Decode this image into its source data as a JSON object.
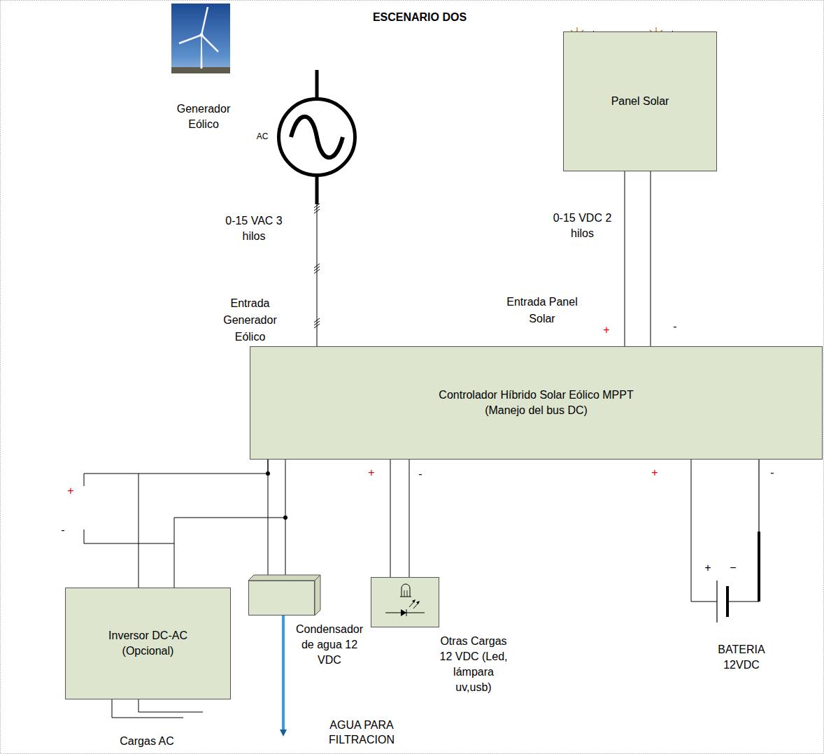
{
  "diagram": {
    "title": "ESCENARIO DOS",
    "nodes": [
      {
        "text": [
          "Generador Eólico",
          "AC"
        ]
      },
      {
        "text": [
          "Panel Solar"
        ]
      },
      {
        "text": [
          "Controlador Híbrido Solar Eólico MPPT",
          "(Manejo del bus DC)"
        ]
      },
      {
        "text": [
          "Inversor DC-AC (Opcional)"
        ]
      },
      {
        "text": [
          "Condensador de agua 12 VDC"
        ]
      },
      {
        "text": [
          "Otras Cargas 12 VDC (Led, lámpara uv,usb)"
        ]
      },
      {
        "text": [
          "BATERIA 12VDC"
        ]
      }
    ],
    "edges": [
      {
        "from": 0,
        "to": 2,
        "arrow": "none",
        "label": "0-15 VAC 3 hilos"
      },
      {
        "from": 1,
        "to": 2,
        "arrow": "none",
        "label": "0-15 VDC 2 hilos"
      },
      {
        "from": 2,
        "to": 3,
        "arrow": "none"
      },
      {
        "from": 2,
        "to": 4,
        "arrow": "none"
      },
      {
        "from": 2,
        "to": 5,
        "arrow": "none"
      },
      {
        "from": 2,
        "to": 6,
        "arrow": "none"
      }
    ],
    "labels": [
      "Entrada Generador Eólico",
      "Entrada Panel Solar",
      "+",
      "-",
      "+",
      "-",
      "+",
      "-",
      "+",
      "-",
      "+",
      "−",
      "AGUA PARA FILTRACION",
      "Cargas AC"
    ]
  }
}
